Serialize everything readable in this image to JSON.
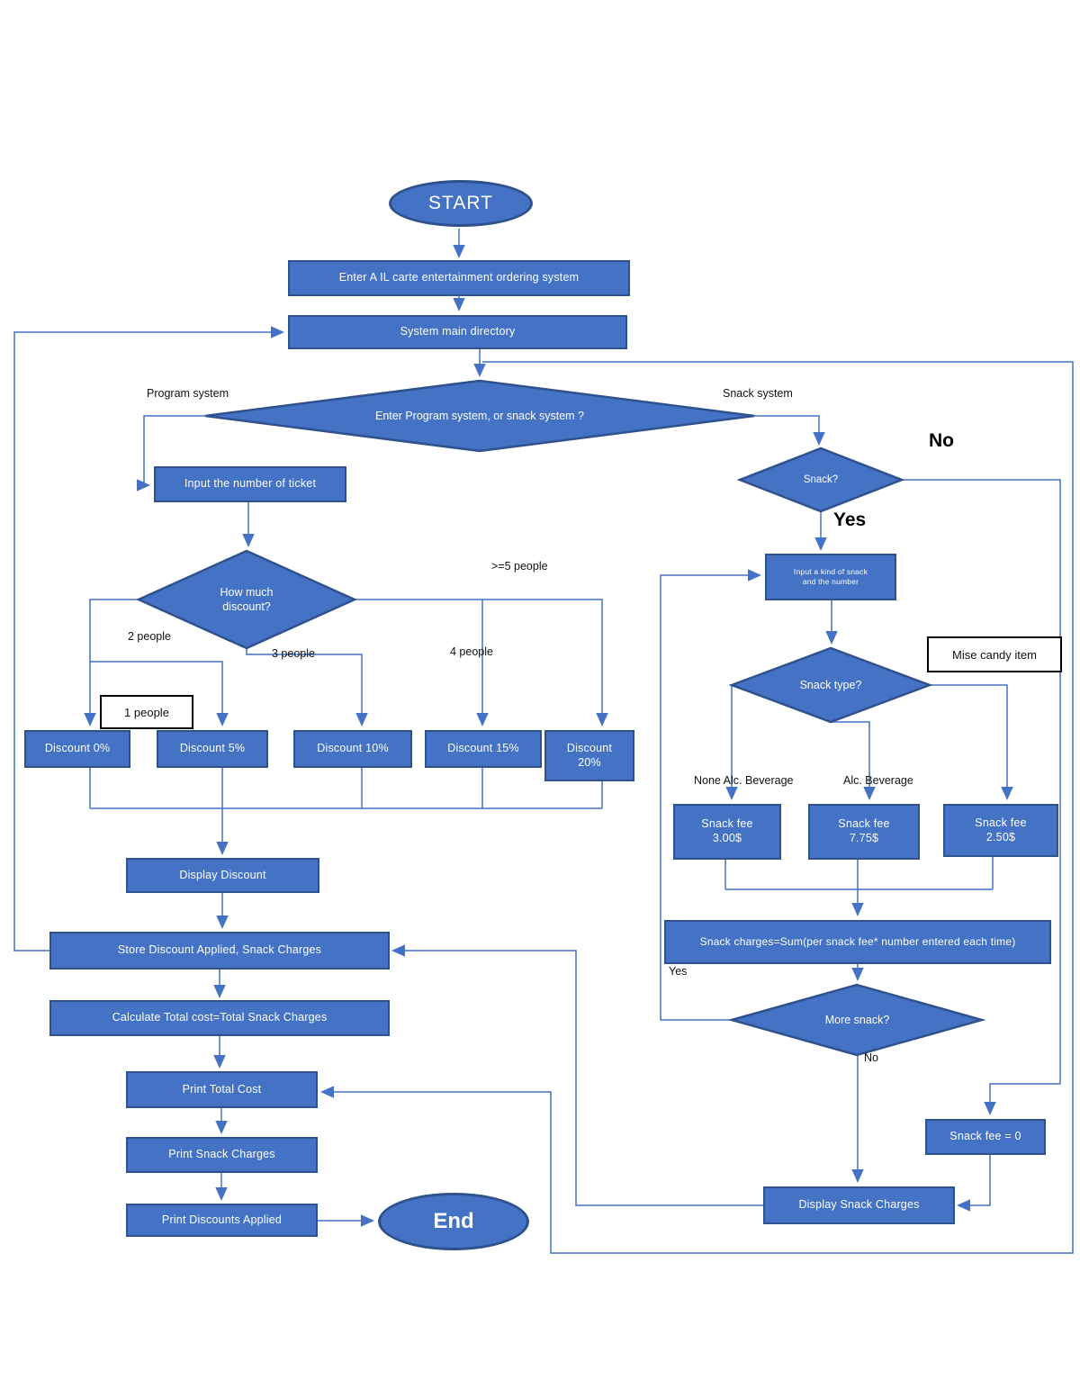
{
  "flowchart": {
    "terminators": {
      "start": "START",
      "end": "End"
    },
    "processes": {
      "enter_system": "Enter A IL carte entertainment ordering system",
      "main_directory": "System main directory",
      "input_ticket": "Input the number of ticket",
      "discount_0": "Discount 0%",
      "discount_5": "Discount 5%",
      "discount_10": "Discount 10%",
      "discount_15": "Discount 15%",
      "discount_20": "Discount 20%",
      "display_discount": "Display Discount",
      "store_discount": "Store Discount Applied, Snack Charges",
      "calculate_total": "Calculate Total cost=Total Snack Charges",
      "print_total": "Print Total Cost",
      "print_snack": "Print Snack Charges",
      "print_discounts": "Print Discounts Applied",
      "input_snack": "Input a kind of snack and the number",
      "snack_fee_300": "Snack fee 3.00$",
      "snack_fee_775": "Snack fee 7.75$",
      "snack_fee_250": "Snack fee 2.50$",
      "snack_charges": "Snack charges=Sum(per snack fee* number entered each time)",
      "snack_fee_0": "Snack fee = 0",
      "display_snack_charges": "Display Snack Charges"
    },
    "decisions": {
      "system_choice": "Enter Program system, or snack system ?",
      "discount_amount": "How much discount?",
      "snack": "Snack?",
      "snack_type": "Snack type?",
      "more_snack": "More snack?"
    },
    "notes": {
      "one_people": "1 people",
      "mise_candy": "Mise candy item"
    },
    "edge_labels": {
      "program_system": "Program system",
      "snack_system": "Snack system",
      "gte5_people": ">=5 people",
      "two_people": "2 people",
      "three_people": "3 people",
      "four_people": "4 people",
      "snack_no": "No",
      "snack_yes": "Yes",
      "none_alc": "None Alc. Beverage",
      "alc": "Alc. Beverage",
      "more_yes": "Yes",
      "more_no": "No"
    },
    "colors": {
      "shape_fill": "#4472C4",
      "shape_border": "#2F528F",
      "connector": "#4472C4",
      "shape_text": "#FFFFFF",
      "label_text": "#111111",
      "note_fill": "#FFFFFF",
      "note_border": "#000000"
    }
  }
}
